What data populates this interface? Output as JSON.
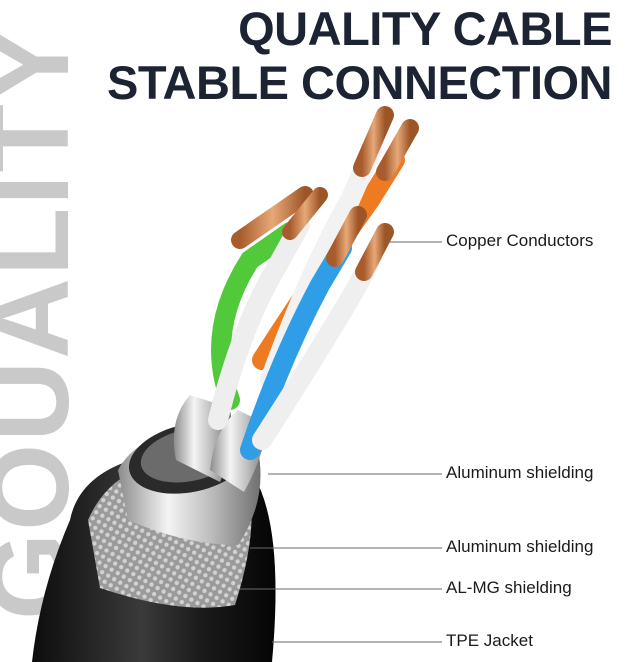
{
  "vertical_word": "GOUALITY",
  "headline": {
    "line1": "QUALITY CABLE",
    "line2": "STABLE CONNECTION"
  },
  "callouts": [
    {
      "label": "Copper Conductors"
    },
    {
      "label": "Aluminum shielding"
    },
    {
      "label": "Aluminum shielding"
    },
    {
      "label": "AL-MG shielding"
    },
    {
      "label": "TPE Jacket"
    }
  ],
  "colors": {
    "headline": "#1c2333",
    "vertical_word": "#c9c9c9",
    "jacket": "#1b1b1b",
    "copper": "#c9824f",
    "wire_white": "#eeeeee",
    "wire_orange": "#ee7a22",
    "wire_green": "#52c93b",
    "wire_blue": "#2f9ee6",
    "braid": "#a9a9a9",
    "foil": "#d6d6d6"
  }
}
